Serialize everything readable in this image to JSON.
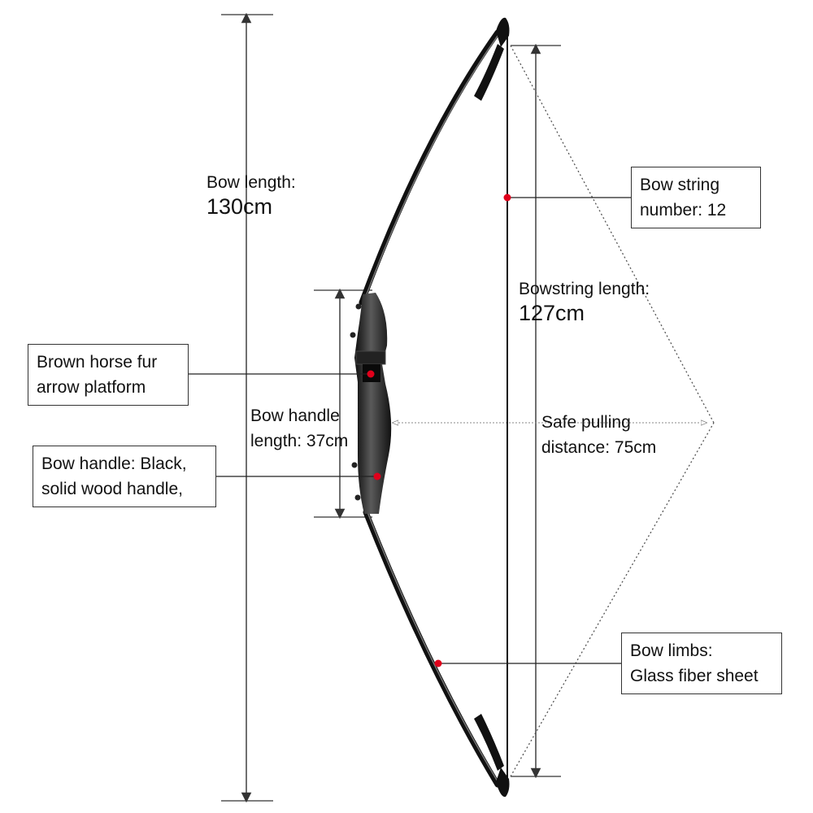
{
  "bow_length": {
    "label": "Bow length:",
    "value": "130cm"
  },
  "bowstring_length": {
    "label": "Bowstring length:",
    "value": "127cm"
  },
  "bow_string_number": {
    "line1": "Bow string",
    "line2": "number: 12"
  },
  "arrow_platform": {
    "line1": "Brown horse fur",
    "line2": "arrow platform"
  },
  "handle_length": {
    "line1": "Bow handle",
    "line2": "length: 37cm"
  },
  "handle_material": {
    "line1": "Bow handle: Black,",
    "line2": "solid wood handle,"
  },
  "pulling_distance": {
    "line1": "Safe pulling",
    "line2": "distance: 75cm"
  },
  "bow_limbs": {
    "line1": "Bow limbs:",
    "line2": "Glass fiber sheet"
  },
  "colors": {
    "bow": "#1a1a1a",
    "marker": "#e0001b",
    "line": "#222222",
    "dotted": "#555555"
  }
}
